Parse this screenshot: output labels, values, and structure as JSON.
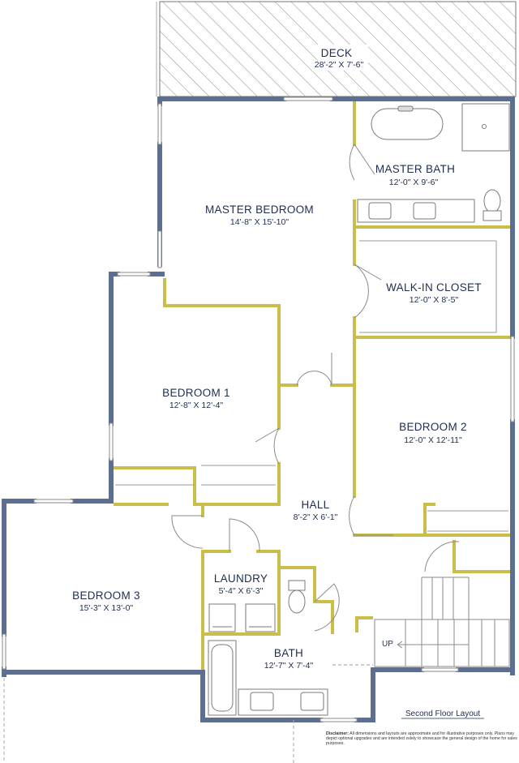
{
  "title": "Second Floor Layout",
  "disclaimer": {
    "label": "Disclaimer:",
    "text": "All dimensions and layouts are approximate and for illustrative purposes only. Plans may depict optional upgrades and are intended solely to showcase the general design of the home for sales purposes."
  },
  "stairs_label": "UP",
  "rooms": {
    "deck": {
      "name": "DECK",
      "dims": "28'-2\" X 7'-6\""
    },
    "master_bedroom": {
      "name": "MASTER BEDROOM",
      "dims": "14'-8\" X 15'-10\""
    },
    "master_bath": {
      "name": "MASTER BATH",
      "dims": "12'-0\" X 9'-6\""
    },
    "walkin_closet": {
      "name": "WALK-IN CLOSET",
      "dims": "12'-0\" X 8'-5\""
    },
    "bedroom1": {
      "name": "BEDROOM 1",
      "dims": "12'-8\" X 12'-4\""
    },
    "bedroom2": {
      "name": "BEDROOM 2",
      "dims": "12'-0\" X 12'-11\""
    },
    "hall": {
      "name": "HALL",
      "dims": "8'-2\" X 6'-1\""
    },
    "bedroom3": {
      "name": "BEDROOM 3",
      "dims": "15'-3\" X 13'-0\""
    },
    "laundry": {
      "name": "LAUNDRY",
      "dims": "5'-4\" X 6'-3\""
    },
    "bath": {
      "name": "BATH",
      "dims": "12'-7\" X 7'-4\""
    }
  },
  "colors": {
    "exterior_wall": "#5d6f90",
    "interior_wall": "#cbbd4a",
    "text": "#1f2d4f",
    "fixture_line": "#888888"
  }
}
